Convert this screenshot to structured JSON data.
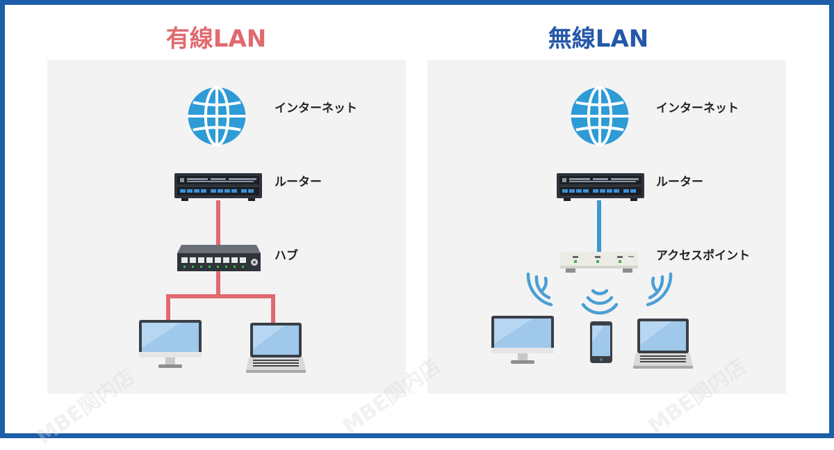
{
  "colors": {
    "border": "#1c5ea8",
    "wired": "#e06a6f",
    "wireless": "#2458a8",
    "cable_wired": "#e06a6f",
    "cable_wireless": "#3d97cf",
    "globe": "#2d9bd6",
    "wave": "#4a9fd4"
  },
  "wired": {
    "title": "有線LAN",
    "internet_label": "インターネット",
    "router_label": "ルーター",
    "hub_label": "ハブ"
  },
  "wireless": {
    "title": "無線LAN",
    "internet_label": "インターネット",
    "router_label": "ルーター",
    "ap_label": "アクセスポイント"
  },
  "watermark": "MBE関内店",
  "icons": [
    "globe-icon",
    "router-icon",
    "hub-icon",
    "access-point-icon",
    "desktop-icon",
    "laptop-icon",
    "smartphone-icon",
    "wifi-wave-icon"
  ]
}
